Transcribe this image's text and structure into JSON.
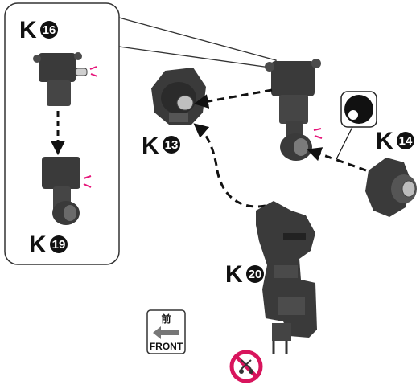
{
  "labels": {
    "k16": {
      "letter": "K",
      "number": "16"
    },
    "k19": {
      "letter": "K",
      "number": "19"
    },
    "k13": {
      "letter": "K",
      "number": "13"
    },
    "k14": {
      "letter": "K",
      "number": "14"
    },
    "k20": {
      "letter": "K",
      "number": "20"
    }
  },
  "front_badge": {
    "top_text": "前",
    "bottom_text": "FRONT"
  },
  "colors": {
    "part_dark": "#3a3a3a",
    "part_mid": "#5a5a5a",
    "arrow": "#111111",
    "accent_pink": "#e6157a",
    "prohibit_red": "#d8155d"
  },
  "icons": [
    "callout-box",
    "dashed-arrow",
    "prohibited-cut-icon",
    "front-direction-icon",
    "zoom-circle-icon"
  ]
}
